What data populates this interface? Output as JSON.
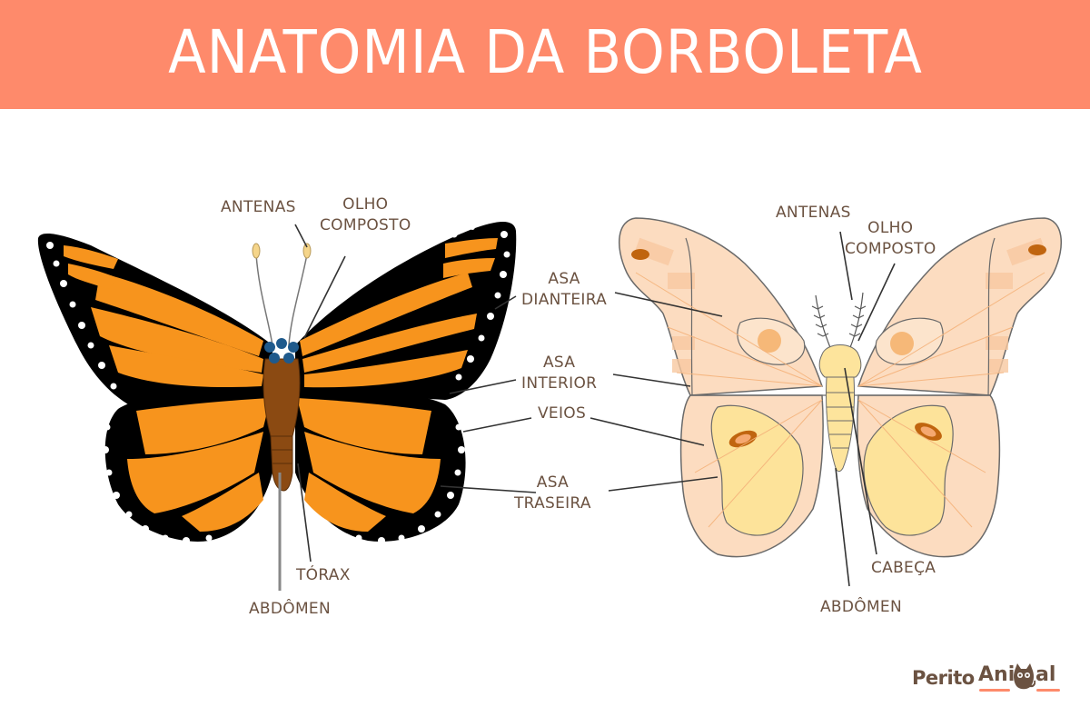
{
  "header": {
    "title": "ANATOMIA DA BORBOLETA",
    "background_color": "#fe8a6b",
    "text_color": "#ffffff"
  },
  "colors": {
    "label_text": "#6b5241",
    "monarch_orange": "#f7941d",
    "monarch_black": "#000000",
    "monarch_body": "#8b4a12",
    "monarch_eyes": "#1f5a8c",
    "moth_wing": "#fcdcc0",
    "moth_wing_dark": "#f8c9a0",
    "moth_hindwing_yellow": "#fde39a",
    "moth_body": "#fde49c",
    "moth_spot": "#c0650f"
  },
  "left_butterfly": {
    "name": "Monarch butterfly",
    "labels": {
      "antenas": "ANTENAS",
      "olho_composto_1": "OLHO",
      "olho_composto_2": "COMPOSTO",
      "torax": "TÓRAX",
      "abdomen": "ABDÔMEN"
    }
  },
  "center_labels": {
    "asa_dianteira_1": "ASA",
    "asa_dianteira_2": "DIANTEIRA",
    "asa_interior_1": "ASA",
    "asa_interior_2": "INTERIOR",
    "veios": "VEIOS",
    "asa_traseira_1": "ASA",
    "asa_traseira_2": "TRASEIRA"
  },
  "right_butterfly": {
    "name": "Moth",
    "labels": {
      "antenas": "ANTENAS",
      "olho_composto_1": "OLHO",
      "olho_composto_2": "COMPOSTO",
      "cabeca": "CABEÇA",
      "abdomen": "ABDÔMEN"
    }
  },
  "logo": {
    "part1": "Perito",
    "part2": "Ani",
    "part3": "al",
    "icon": "cat-icon"
  }
}
